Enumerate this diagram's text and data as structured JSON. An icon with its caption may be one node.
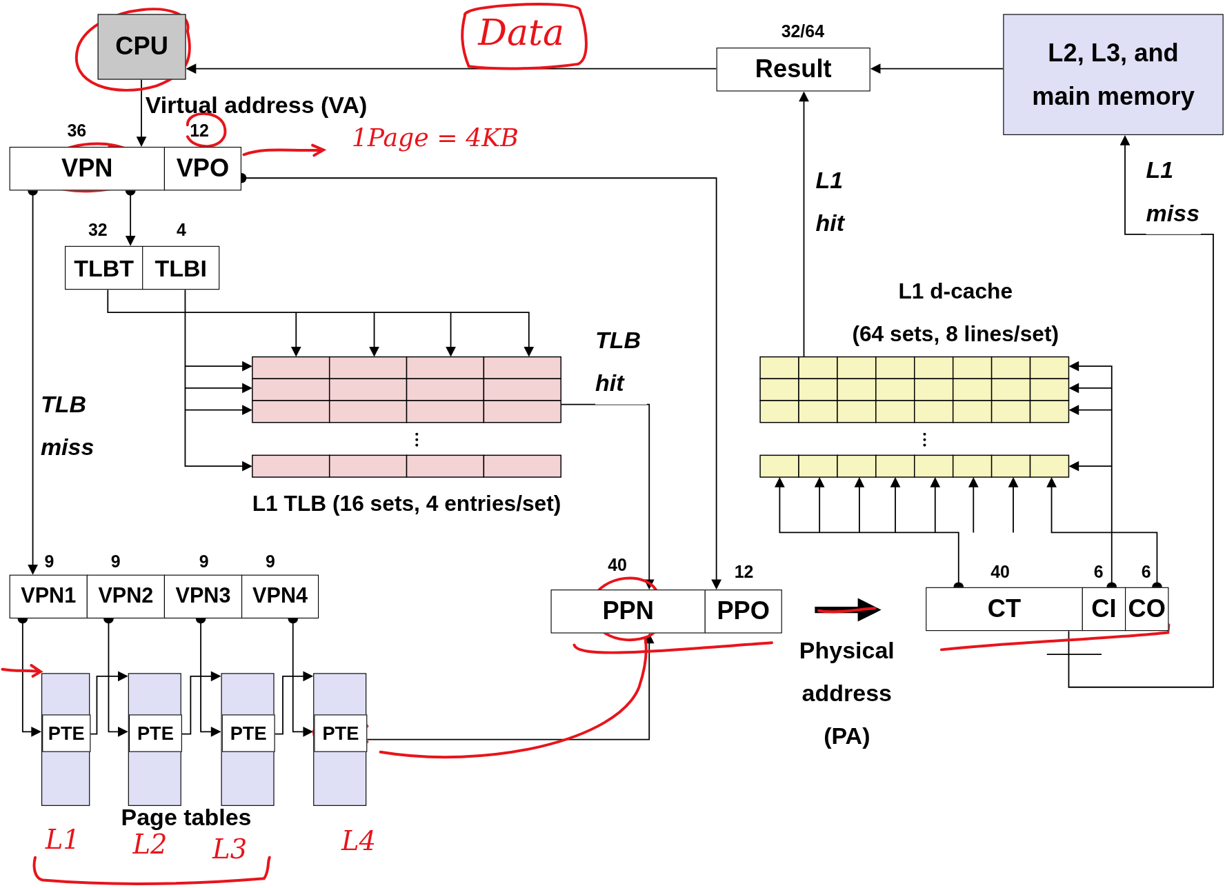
{
  "diagram": {
    "nodes": [
      {
        "text": [
          "CPU"
        ]
      },
      {
        "text": [
          "Result"
        ],
        "beside": [
          "32/64"
        ]
      },
      {
        "text": [
          "L2, L3, and main memory"
        ]
      },
      {
        "text": [
          "VPN"
        ],
        "beside": [
          "36"
        ]
      },
      {
        "text": [
          "VPO"
        ],
        "beside": [
          "12"
        ]
      },
      {
        "text": [
          "TLBT"
        ],
        "beside": [
          "32"
        ]
      },
      {
        "text": [
          "TLBI"
        ],
        "beside": [
          "4"
        ]
      },
      {
        "text": [
          "L1 TLB (16 sets, 4 entries/set)"
        ]
      },
      {
        "text": [
          "L1 d-cache",
          "(64 sets, 8 lines/set)"
        ]
      },
      {
        "text": [
          "VPN1"
        ],
        "beside": [
          "9"
        ]
      },
      {
        "text": [
          "VPN2"
        ],
        "beside": [
          "9"
        ]
      },
      {
        "text": [
          "VPN3"
        ],
        "beside": [
          "9"
        ]
      },
      {
        "text": [
          "VPN4"
        ],
        "beside": [
          "9"
        ]
      },
      {
        "text": [],
        "shape": "box"
      },
      {
        "text": [
          "PTE"
        ],
        "in": 13
      },
      {
        "text": [],
        "shape": "box"
      },
      {
        "text": [
          "PTE"
        ],
        "in": 15
      },
      {
        "text": [],
        "shape": "box"
      },
      {
        "text": [
          "PTE"
        ],
        "in": 17
      },
      {
        "text": [],
        "shape": "box"
      },
      {
        "text": [
          "PTE"
        ],
        "in": 19
      },
      {
        "text": [
          "PPN"
        ],
        "beside": [
          "40"
        ]
      },
      {
        "text": [
          "PPO"
        ],
        "beside": [
          "12"
        ]
      },
      {
        "text": [
          "CT"
        ],
        "beside": [
          "40"
        ]
      },
      {
        "text": [
          "CI"
        ],
        "beside": [
          "6"
        ]
      },
      {
        "text": [
          "CO"
        ],
        "beside": [
          "6"
        ]
      }
    ],
    "edges": [
      {
        "from": 1,
        "to": 0,
        "arrow": "to"
      },
      {
        "from": 2,
        "to": 1,
        "arrow": "to"
      },
      {
        "from": 0,
        "to": 3,
        "arrow": "to"
      },
      {
        "from": 3,
        "to": 5,
        "arrow": "to"
      },
      {
        "from": 3,
        "to": 9,
        "arrow": "to",
        "label": "TLB miss"
      },
      {
        "from": 4,
        "to": 22,
        "arrow": "to"
      },
      {
        "from": 5,
        "to": 7,
        "arrow": "to"
      },
      {
        "from": 6,
        "to": 7,
        "arrow": "to"
      },
      {
        "from": 7,
        "to": 21,
        "arrow": "to",
        "label": "TLB hit"
      },
      {
        "from": 9,
        "to": 14,
        "arrow": "to"
      },
      {
        "from": 14,
        "to": 15,
        "arrow": "to"
      },
      {
        "from": 10,
        "to": 16,
        "arrow": "to"
      },
      {
        "from": 16,
        "to": 17,
        "arrow": "to"
      },
      {
        "from": 11,
        "to": 18,
        "arrow": "to"
      },
      {
        "from": 18,
        "to": 19,
        "arrow": "to"
      },
      {
        "from": 12,
        "to": 20,
        "arrow": "to"
      },
      {
        "from": 20,
        "to": 21,
        "arrow": "to"
      },
      {
        "from": 22,
        "to": 23,
        "arrow": "to",
        "style": "thick"
      },
      {
        "from": 23,
        "to": 8,
        "arrow": "to"
      },
      {
        "from": 25,
        "to": 8,
        "arrow": "to"
      },
      {
        "from": 24,
        "to": 8,
        "arrow": "to"
      },
      {
        "from": 8,
        "to": 1,
        "arrow": "to",
        "label": "L1 hit"
      },
      {
        "from": 23,
        "to": 2,
        "arrow": "to",
        "label": "L1 miss"
      }
    ],
    "labels": [
      "Data",
      "Virtual address (VA)",
      "1Page = 4KB",
      "Page tables",
      "Physical address (PA)",
      "L1",
      "L2",
      "L3",
      "L4"
    ]
  }
}
